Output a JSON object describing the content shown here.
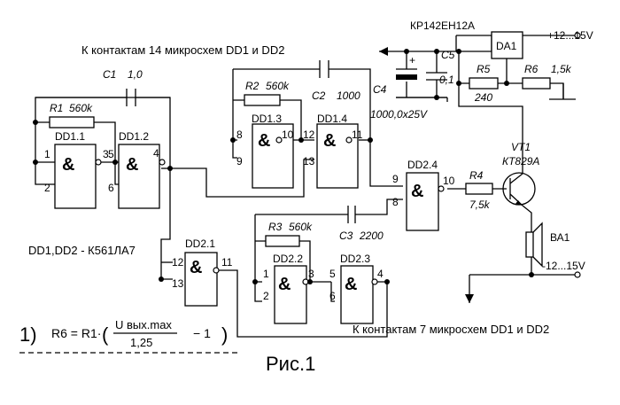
{
  "figure_caption": "Рис.1",
  "note_ics": "DD1,DD2 - К561ЛА7",
  "top_note": "К контактам 14 микросхем DD1 и DD2",
  "bottom_note": "К контактам 7 микросхем DD1 и DD2",
  "supply_positive": "+12...15V",
  "supply_negative": "-12...15V",
  "regulator_part": "КР142ЕН12А",
  "regulator_name": "DA1",
  "transistor_name": "VT1",
  "transistor_part": "КТ829А",
  "speaker": "ВА1",
  "formula": {
    "index": "1)",
    "lhs": "R6 = R1·",
    "numerator": "U вых.max",
    "denominator": "1,25",
    "minus_one": "− 1",
    "open": "(",
    "close": ")"
  },
  "capacitors": {
    "c1": {
      "name": "C1",
      "value": "1,0"
    },
    "c2": {
      "name": "C2",
      "value": "1000"
    },
    "c3": {
      "name": "C3",
      "value": "2200"
    },
    "c4": {
      "name": "C4",
      "value": "1000,0x25V"
    },
    "c5": {
      "name": "C5",
      "value": "0,1"
    },
    "c4_plus": "+"
  },
  "resistors": {
    "r1": {
      "name": "R1",
      "value": "560k"
    },
    "r2": {
      "name": "R2",
      "value": "560k"
    },
    "r3": {
      "name": "R3",
      "value": "560k"
    },
    "r4": {
      "name": "R4",
      "value": "7,5k"
    },
    "r5": {
      "name": "R5",
      "value": "240"
    },
    "r6": {
      "name": "R6",
      "value": "1,5k"
    }
  },
  "gates": {
    "dd11": {
      "name": "DD1.1",
      "in1": "1",
      "in2": "2",
      "out": "3"
    },
    "dd12": {
      "name": "DD1.2",
      "in1": "5",
      "in2": "6",
      "out": "4"
    },
    "dd13": {
      "name": "DD1.3",
      "in1": "8",
      "in2": "9",
      "out": "10"
    },
    "dd14": {
      "name": "DD1.4",
      "in1": "12",
      "in2": "13",
      "out": "11"
    },
    "dd21": {
      "name": "DD2.1",
      "in1": "12",
      "in2": "13",
      "out": "11"
    },
    "dd22": {
      "name": "DD2.2",
      "in1": "1",
      "in2": "2",
      "out": "3"
    },
    "dd23": {
      "name": "DD2.3",
      "in1": "5",
      "in2": "6",
      "out": "4"
    },
    "dd24": {
      "name": "DD2.4",
      "in1": "9",
      "in2": "8",
      "out": "10"
    },
    "symbol": "&"
  }
}
